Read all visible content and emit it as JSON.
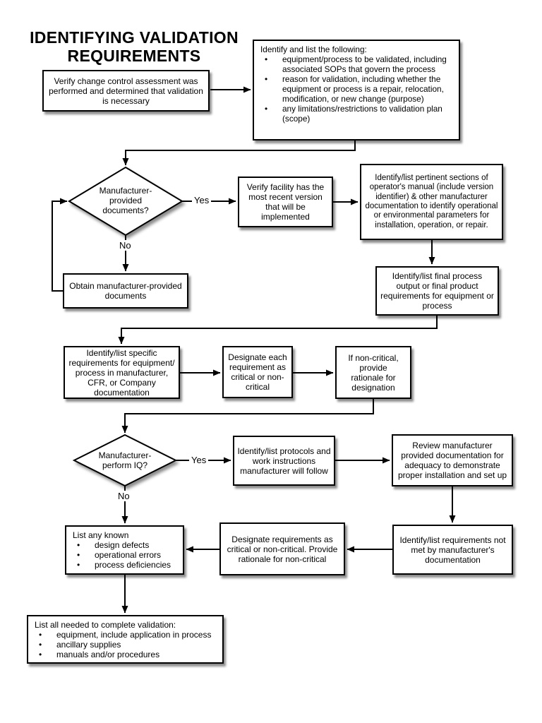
{
  "title": {
    "line1": "IDENTIFYING VALIDATION",
    "line2": "REQUIREMENTS"
  },
  "chrome": {
    "bullet_char": "•"
  },
  "colors": {
    "line": "#000000",
    "box_bg": "#ffffff",
    "shadow": "#999999",
    "text": "#000000",
    "page_bg": "#ffffff"
  },
  "labels": {
    "yes_docs": "Yes",
    "no_docs": "No",
    "yes_iq": "Yes",
    "no_iq": "No"
  },
  "nodes": {
    "verify_change": {
      "text": "Verify change control assessment was performed and determined that validation is necessary"
    },
    "identify_list": {
      "heading": "Identify and list the following:",
      "bullets": [
        "equipment/process to be validated, including associated SOPs that govern the process",
        "reason for validation, including whether the equipment or process is a repair, relocation, modification, or new change (purpose)",
        "any limitations/restrictions to validation plan (scope)"
      ]
    },
    "docs_decision": {
      "text": "Manufacturer-provided documents?"
    },
    "verify_facility": {
      "text": "Verify facility has the most recent version that will be implemented"
    },
    "pertinent_sections": {
      "text": "Identify/list pertinent sections of operator's manual (include version identifier) & other manufacturer documentation to identify operational or environmental parameters for installation, operation, or repair."
    },
    "obtain_docs": {
      "text": "Obtain manufacturer-provided documents"
    },
    "final_output": {
      "text": "Identify/list final process output or final product requirements for equipment or process"
    },
    "specific_requirements": {
      "text": "Identify/list specific requirements for equipment/ process in manufacturer, CFR, or Company documentation"
    },
    "designate_each": {
      "text": "Designate each requirement as critical or non-critical"
    },
    "noncritical_rationale": {
      "text": "If non-critical, provide rationale for designation"
    },
    "iq_decision": {
      "text": "Manufacturer-perform IQ?"
    },
    "protocols": {
      "text": "Identify/list protocols and work instructions manufacturer will follow"
    },
    "review_docs": {
      "text": "Review manufacturer provided documentation for adequacy to demonstrate proper installation and set up"
    },
    "not_met": {
      "text": "Identify/list requirements not met by manufacturer's documentation"
    },
    "designate_requirements": {
      "text": "Designate requirements as critical or non-critical. Provide rationale for non-critical"
    },
    "list_known": {
      "heading": "List any known",
      "bullets": [
        "design defects",
        "operational errors",
        "process deficiencies"
      ]
    },
    "list_all_needed": {
      "heading": "List all needed to complete validation:",
      "bullets": [
        "equipment, include application in process",
        "ancillary supplies",
        "manuals and/or procedures"
      ]
    }
  }
}
